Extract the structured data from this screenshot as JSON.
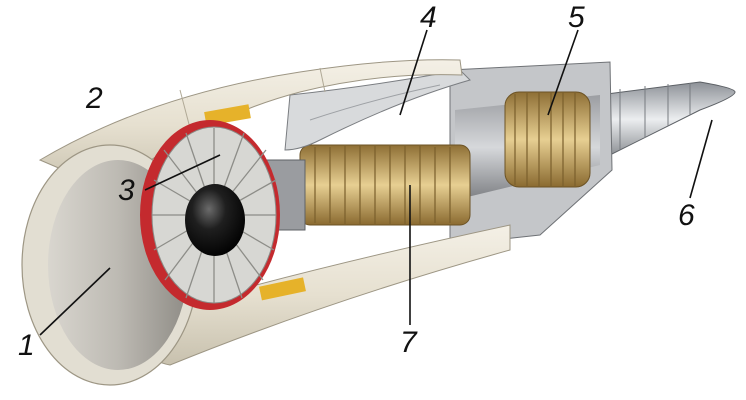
{
  "labels": [
    {
      "id": "1",
      "text": "1",
      "part": "air-intake-nacelle"
    },
    {
      "id": "2",
      "text": "2",
      "part": "fan-cowling"
    },
    {
      "id": "3",
      "text": "3",
      "part": "fan-blades"
    },
    {
      "id": "4",
      "text": "4",
      "part": "bypass-duct"
    },
    {
      "id": "5",
      "text": "5",
      "part": "turbine"
    },
    {
      "id": "6",
      "text": "6",
      "part": "exhaust-cone"
    },
    {
      "id": "7",
      "text": "7",
      "part": "compressor"
    }
  ],
  "colors": {
    "nacelle": "#e9e4d6",
    "nacelle_shadow": "#b9b2a0",
    "inner_metal": "#a7a9ad",
    "fan_red": "#c42a2e",
    "spinner": "#1a1a1a",
    "compressor_gold": "#c9a55a",
    "turbine_gold": "#d4b780",
    "exhaust": "#b8bcc2",
    "accent_yellow": "#e6b22a",
    "label_ink": "#111111"
  }
}
